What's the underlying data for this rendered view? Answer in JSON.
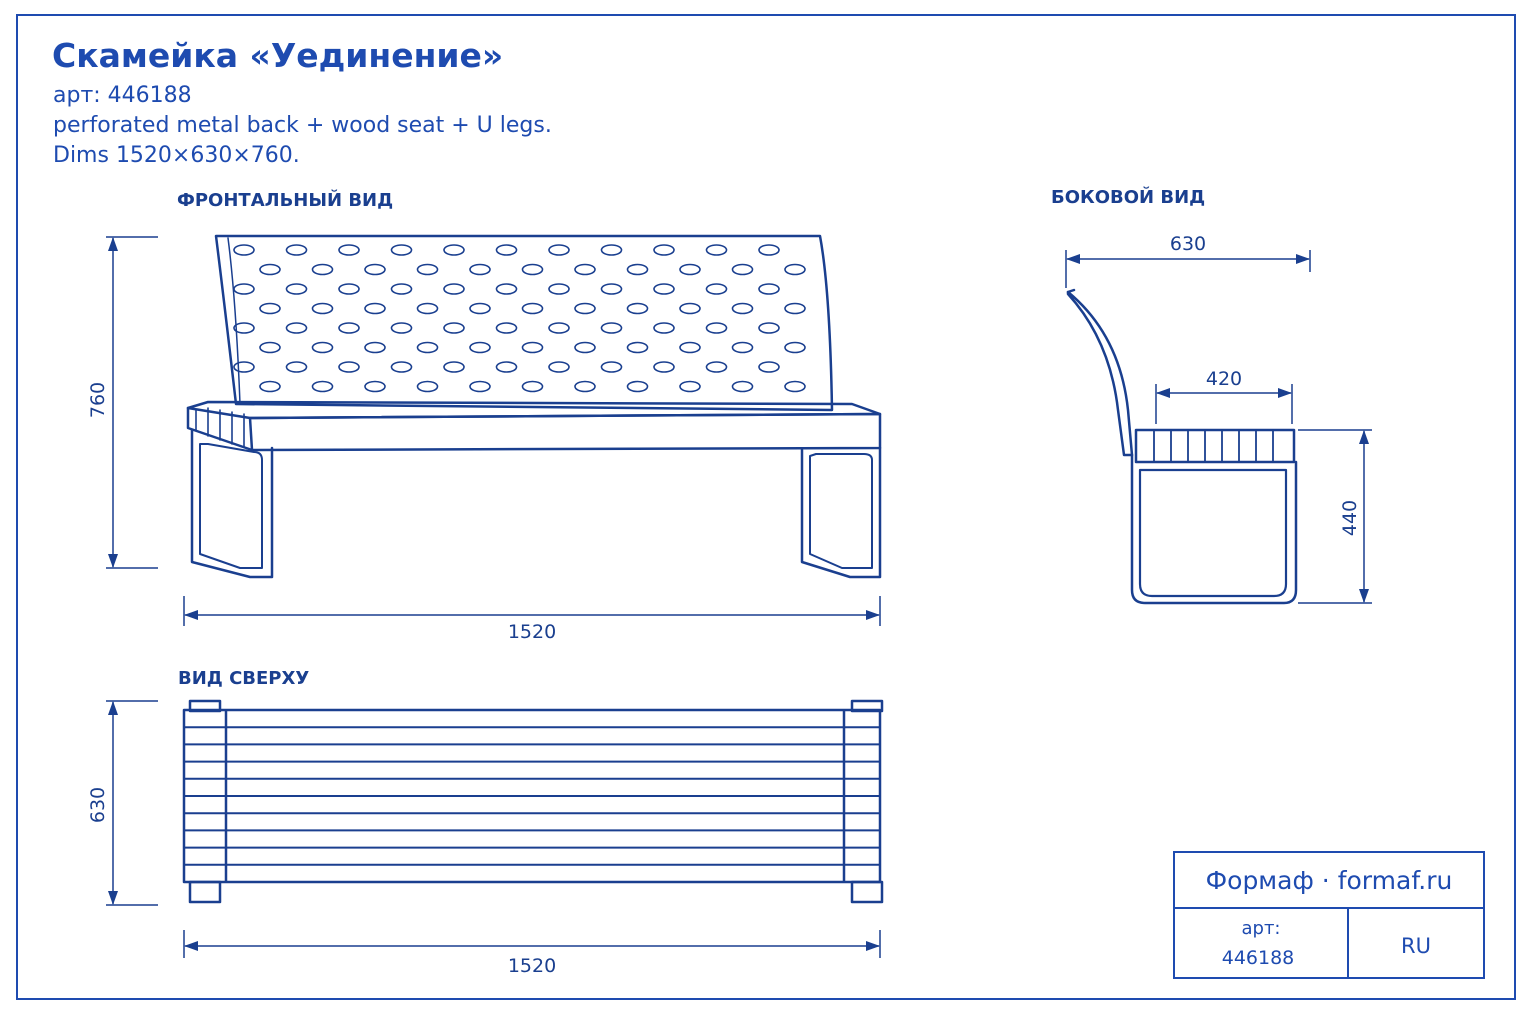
{
  "header": {
    "title": "Скамейка «Уединение»",
    "article_line": "арт: 446188",
    "description_line": "perforated  metal back + wood seat + U legs.",
    "dims_line": "Dims 1520×630×760."
  },
  "views": {
    "front": {
      "label": "ФРОНТАЛЬНЫЙ ВИД",
      "height_dim": "760",
      "width_dim": "1520"
    },
    "side": {
      "label": "БОКОВОЙ ВИД",
      "depth_dim": "630",
      "seat_depth_dim": "420",
      "seat_height_dim": "440"
    },
    "top": {
      "label": "ВИД СВЕРХУ",
      "depth_dim": "630",
      "width_dim": "1520"
    }
  },
  "title_block": {
    "company": "Формаф · formaf.ru",
    "article_label": "арт:",
    "article_value": "446188",
    "language": "RU"
  },
  "colors": {
    "line": "#1a3f8f",
    "accent": "#1e4bb0",
    "background": "#ffffff"
  }
}
